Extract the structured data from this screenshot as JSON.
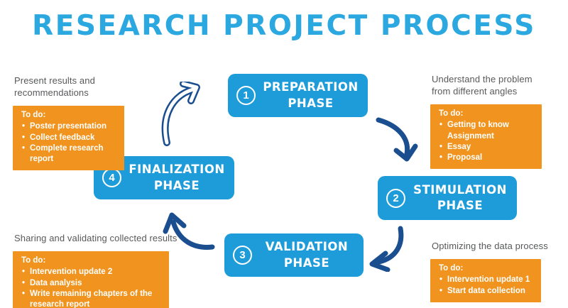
{
  "title": "RESEARCH PROJECT PROCESS",
  "colors": {
    "title_blue": "#2BA8E0",
    "phase_box_blue": "#1E9CD9",
    "todo_orange": "#F0941F",
    "arrow_navy": "#1A4E8F",
    "description_gray": "#58595B"
  },
  "phases": [
    {
      "number": "1",
      "line1": "PREPARATION",
      "line2": "PHASE"
    },
    {
      "number": "2",
      "line1": "STIMULATION",
      "line2": "PHASE"
    },
    {
      "number": "3",
      "line1": "VALIDATION",
      "line2": "PHASE"
    },
    {
      "number": "4",
      "line1": "FINALIZATION",
      "line2": "PHASE"
    }
  ],
  "notes": [
    {
      "description": "Present results and recommendations",
      "todo_label": "To do:",
      "items": [
        "Poster presentation",
        "Collect feedback",
        "Complete research report"
      ]
    },
    {
      "description": "Understand the problem from different angles",
      "todo_label": "To do:",
      "items": [
        "Getting to know Assignment",
        "Essay",
        "Proposal"
      ]
    },
    {
      "description": "Sharing and validating collected results",
      "todo_label": "To do:",
      "items": [
        "Intervention update 2",
        "Data analysis",
        "Write remaining chapters of the research report"
      ]
    },
    {
      "description": "Optimizing the data process",
      "todo_label": "To do:",
      "items": [
        "Intervention update 1",
        "Start data collection"
      ]
    }
  ]
}
